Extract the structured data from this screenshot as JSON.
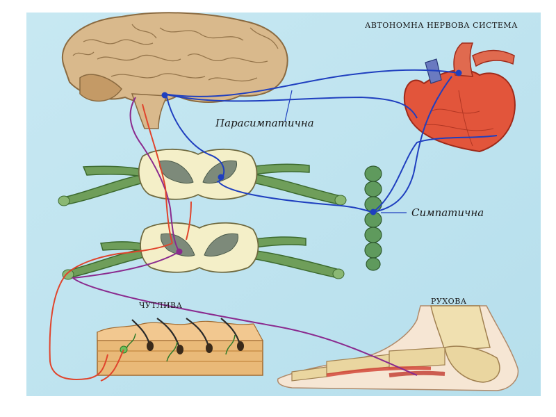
{
  "labels": {
    "ans_title": "АВТОНОМНА НЕРВОВА СИСТЕМА",
    "parasympathetic": "Парасимпатична",
    "sympathetic": "Симпатична",
    "sensory": "ЧУТЛИВА",
    "motor": "РУХОВА"
  },
  "colors": {
    "background": "#bfe4f0",
    "brain": "#d9b98c",
    "heart": "#e2553b",
    "spinal_nerve": "#6f9e5a",
    "sympathetic_chain": "#5f9a5d",
    "parasympathetic_path": "#1f3fbf",
    "sensory_path": "#e0442c",
    "motor_path": "#8a2a8e",
    "skin": "#e7b26a",
    "foot_bone": "#f0e0b0"
  }
}
